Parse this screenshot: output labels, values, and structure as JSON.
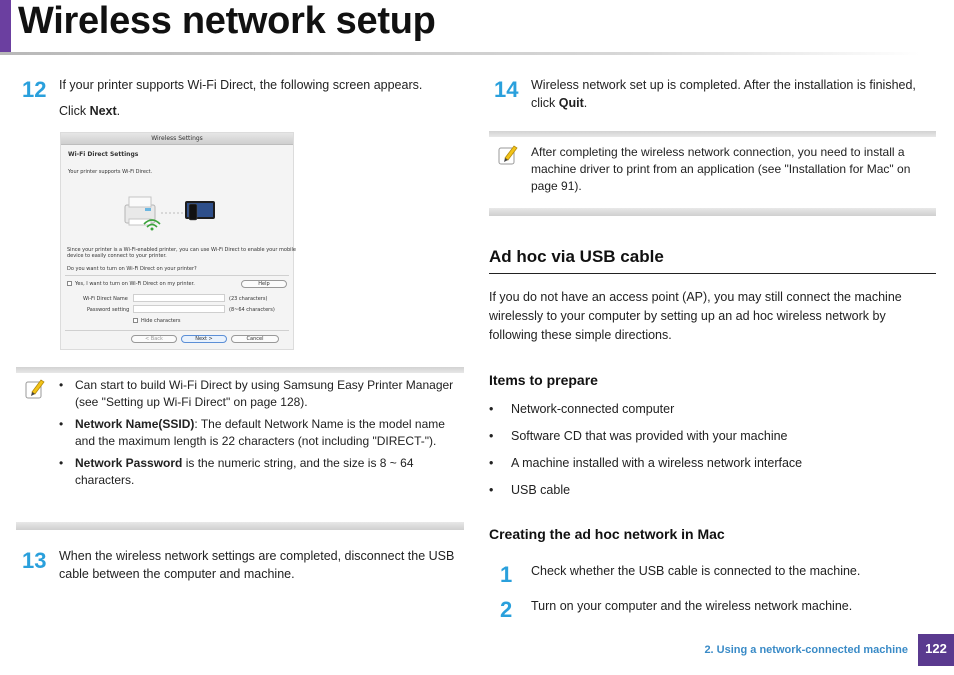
{
  "page": {
    "title": "Wireless network setup",
    "footer_chapter": "2.  Using a network-connected machine",
    "page_number": "122"
  },
  "left": {
    "step12": {
      "num": "12",
      "text": "If your printer supports Wi-Fi Direct, the following screen appears.",
      "click_prefix": "Click ",
      "click_bold": "Next",
      "click_suffix": "."
    },
    "dialog": {
      "window_title": "Wireless Settings",
      "heading": "Wi-Fi Direct Settings",
      "intro": "Your printer supports Wi-Fi Direct.",
      "desc_line1": "Since your printer is a Wi-Fi-enabled printer, you can use Wi-Fi Direct to enable your mobile",
      "desc_line2": "device to easily connect to your printer.",
      "question": "Do you want to turn on Wi-Fi Direct on your printer?",
      "checkbox_label": "Yes, I want to turn on Wi-Fi Direct on my printer.",
      "help_button": "Help",
      "name_label": "Wi-Fi Direct Name",
      "name_hint": "(23 characters)",
      "password_label": "Password setting",
      "password_hint": "(8~64 characters)",
      "hide_label": "Hide characters",
      "back_button": "< Back",
      "next_button": "Next >",
      "cancel_button": "Cancel"
    },
    "note1": {
      "b1_text": "Can start to build Wi-Fi Direct by using ",
      "b1_app": "Samsung Easy Printer Manager",
      "b1_see": " (see \"Setting up Wi-Fi Direct\" on page 128).",
      "b2_bold": "Network Name(SSID)",
      "b2_text": ": The default Network Name is the model name and the maximum length is 22 characters (not including \"DIRECT-\").",
      "b3_bold": "Network Password",
      "b3_text": " is the numeric string, and the size is 8 ~ 64 characters."
    },
    "step13": {
      "num": "13",
      "text": "When the wireless network settings are completed, disconnect the USB cable between the computer and machine."
    }
  },
  "right": {
    "step14": {
      "num": "14",
      "text": "Wireless network set up is completed. After the installation is finished, click ",
      "bold": "Quit",
      "suffix": "."
    },
    "note2": {
      "text": "After completing the wireless network connection, you need to install a machine driver to print from an application (see \"Installation for Mac\" on page 91)."
    },
    "section_title": "Ad hoc via USB cable",
    "section_intro": "If you do not have an access point (AP), you may still connect the machine wirelessly to your computer by setting up an ad hoc wireless network by following these simple directions.",
    "items_heading": "Items to prepare",
    "items": [
      "Network-connected computer",
      "Software CD that was provided with your machine",
      "A machine installed with a wireless network interface",
      "USB cable"
    ],
    "creating_heading": "Creating the ad hoc network in Mac",
    "sub_steps": [
      {
        "num": "1",
        "text": "Check whether the USB cable is connected to the machine."
      },
      {
        "num": "2",
        "text": "Turn on your computer and the wireless network machine."
      }
    ]
  },
  "colors": {
    "accent": "#6b3fa0",
    "step_number": "#2aa0dc",
    "footer_text": "#3a8bc7"
  },
  "icons": [
    "note-pencil-icon",
    "printer-icon",
    "mobile-device-icon"
  ]
}
